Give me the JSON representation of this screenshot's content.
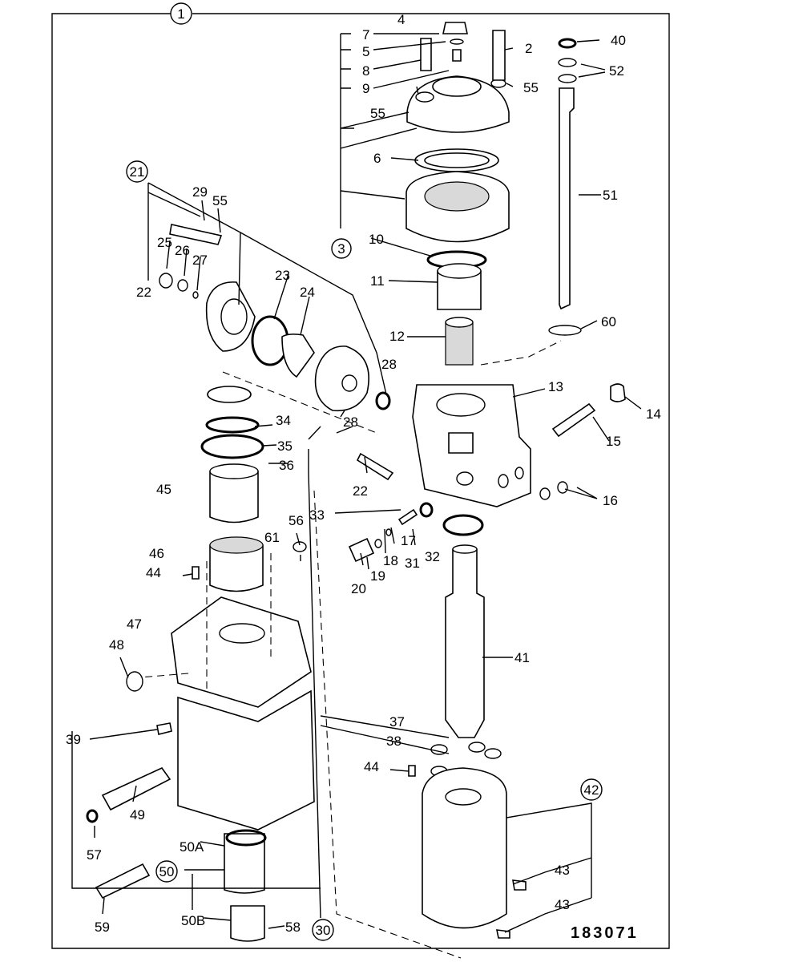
{
  "labels": {
    "l1": "1",
    "l2": "2",
    "l3": "3",
    "l4": "4",
    "l5": "5",
    "l6": "6",
    "l7": "7",
    "l8": "8",
    "l9": "9",
    "l10": "10",
    "l11": "11",
    "l12": "12",
    "l13": "13",
    "l14": "14",
    "l15": "15",
    "l16": "16",
    "l17": "17",
    "l18": "18",
    "l19": "19",
    "l20": "20",
    "l21": "21",
    "l22a": "22",
    "l22b": "22",
    "l23": "23",
    "l24": "24",
    "l25": "25",
    "l26": "26",
    "l27": "27",
    "l28a": "28",
    "l28b": "28",
    "l29": "29",
    "l30": "30",
    "l31": "31",
    "l32": "32",
    "l33": "33",
    "l34": "34",
    "l35": "35",
    "l36": "36",
    "l37": "37",
    "l38": "38",
    "l39": "39",
    "l40": "40",
    "l41": "41",
    "l42": "42",
    "l43a": "43",
    "l43b": "43",
    "l44a": "44",
    "l44b": "44",
    "l45": "45",
    "l46": "46",
    "l47": "47",
    "l48": "48",
    "l49": "49",
    "l50": "50",
    "l50A": "50A",
    "l50B": "50B",
    "l51": "51",
    "l52": "52",
    "l55a": "55",
    "l55b": "55",
    "l55c": "55",
    "l56": "56",
    "l57": "57",
    "l58": "58",
    "l59": "59",
    "l60": "60",
    "l61": "61"
  },
  "figure_number": "183071"
}
